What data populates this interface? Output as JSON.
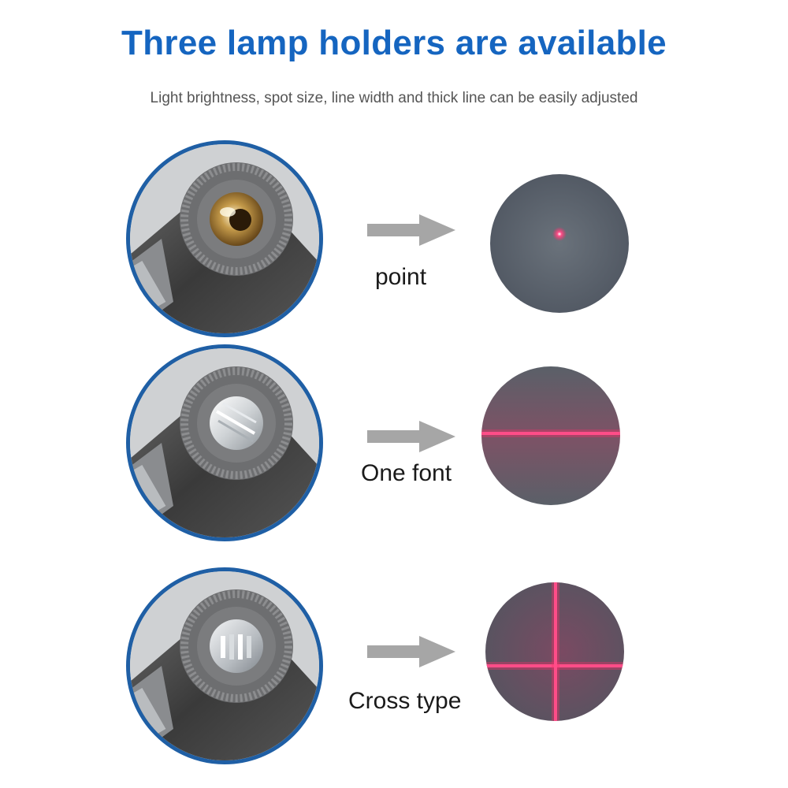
{
  "header": {
    "title": "Three lamp holders are available",
    "subtitle": "Light brightness, spot size, line width and thick line can be easily adjusted"
  },
  "rows": [
    {
      "label": "point",
      "lens_icon": "laser-lens-point-icon",
      "beam_icon": "red-dot-beam-icon"
    },
    {
      "label": "One font",
      "lens_icon": "laser-lens-line-icon",
      "beam_icon": "red-line-beam-icon"
    },
    {
      "label": "Cross type",
      "lens_icon": "laser-lens-cross-icon",
      "beam_icon": "red-cross-beam-icon"
    }
  ],
  "colors": {
    "title": "#1565c0",
    "ring_border": "#1f5fa5",
    "arrow": "#a6a6a6",
    "laser": "#ff2a6a",
    "beam_bg": "#5e6670"
  }
}
